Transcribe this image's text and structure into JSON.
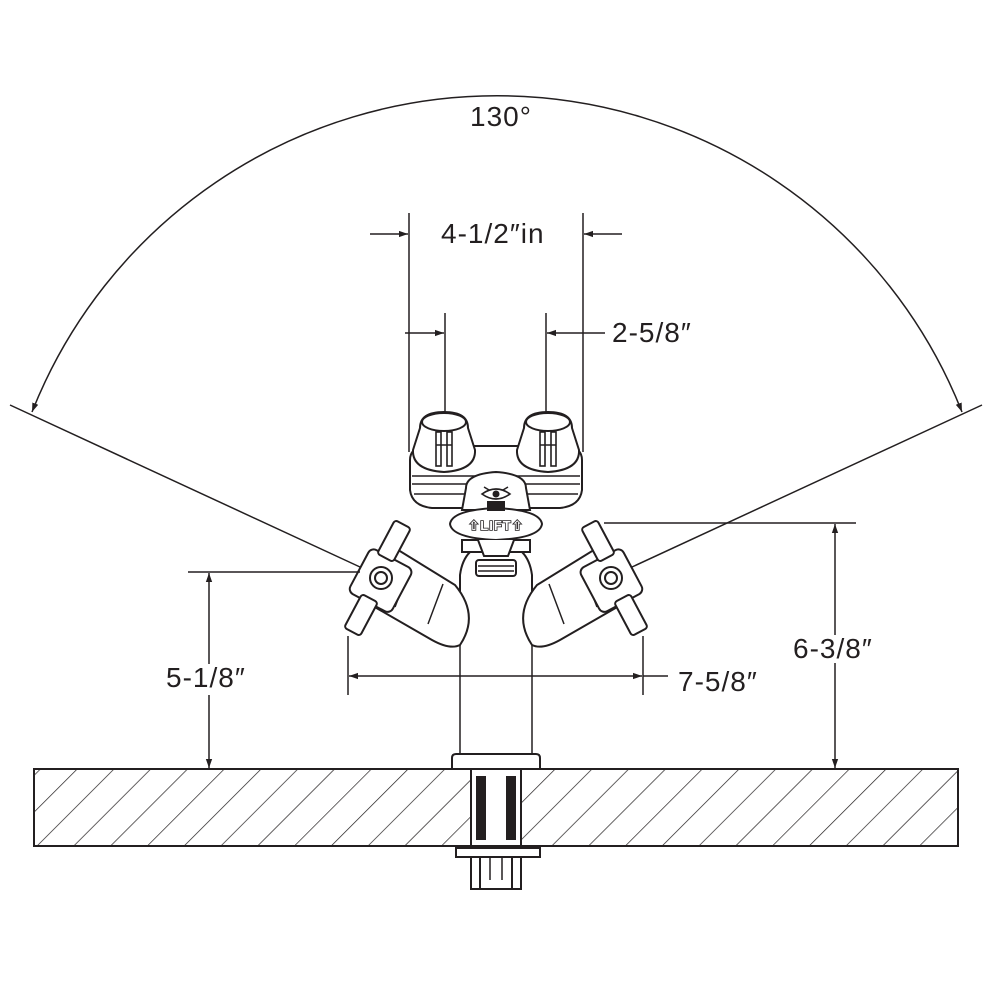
{
  "dimensions": {
    "angle": "130°",
    "outer_width": "4-1/2″in",
    "inner_width": "2-5/8″",
    "left_height": "5-1/8″",
    "right_height": "6-3/8″",
    "spread_width": "7-5/8″"
  },
  "faucet": {
    "lift_label": "⇧LIFT⇧"
  },
  "colors": {
    "line": "#231f20",
    "background": "#ffffff"
  }
}
